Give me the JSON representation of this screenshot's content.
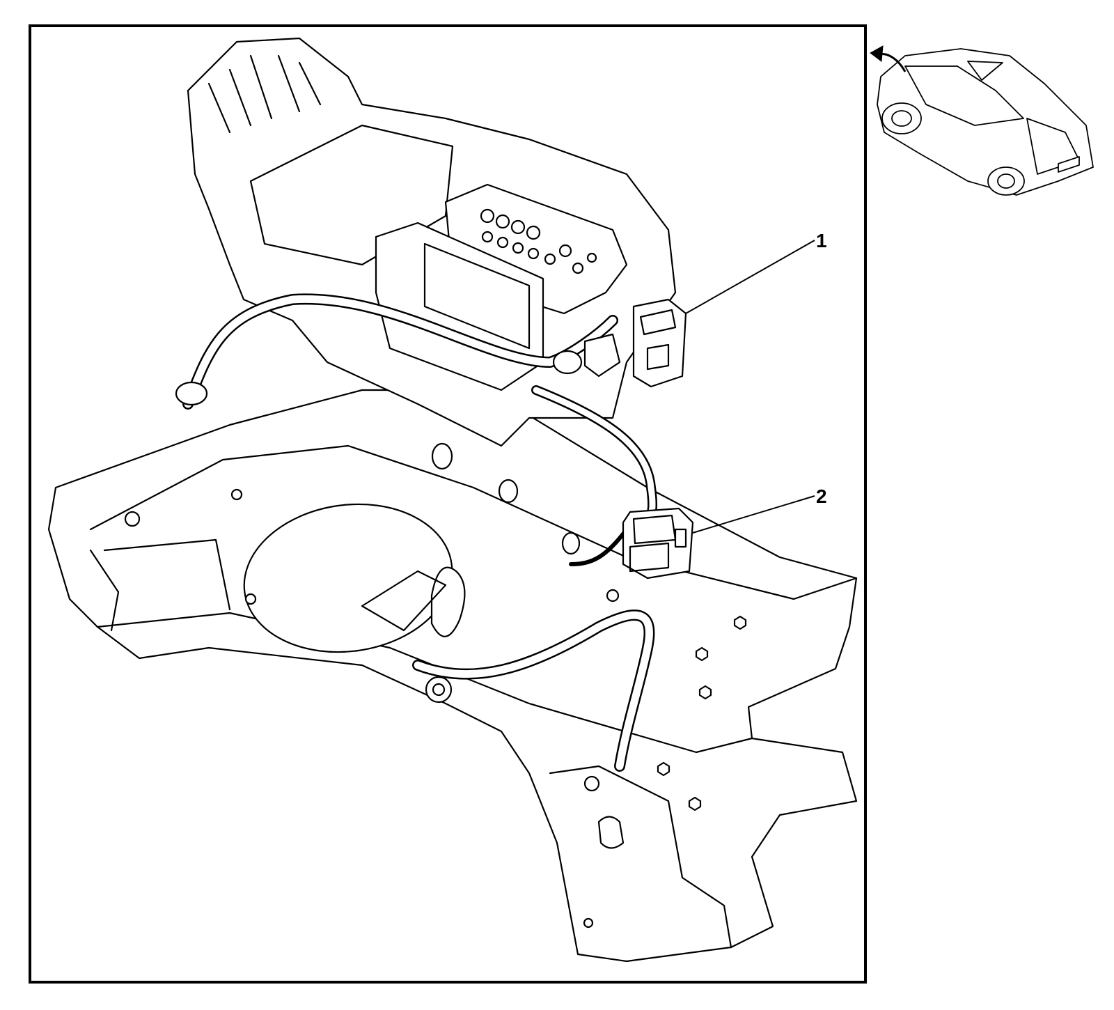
{
  "figure": {
    "description_icons": [
      "car-locator-icon",
      "direction-arrow-icon"
    ],
    "callouts": [
      {
        "id": "callout-1",
        "label": "1"
      },
      {
        "id": "callout-2",
        "label": "2"
      }
    ],
    "colors": {
      "line": "#000000",
      "background": "#ffffff"
    }
  }
}
